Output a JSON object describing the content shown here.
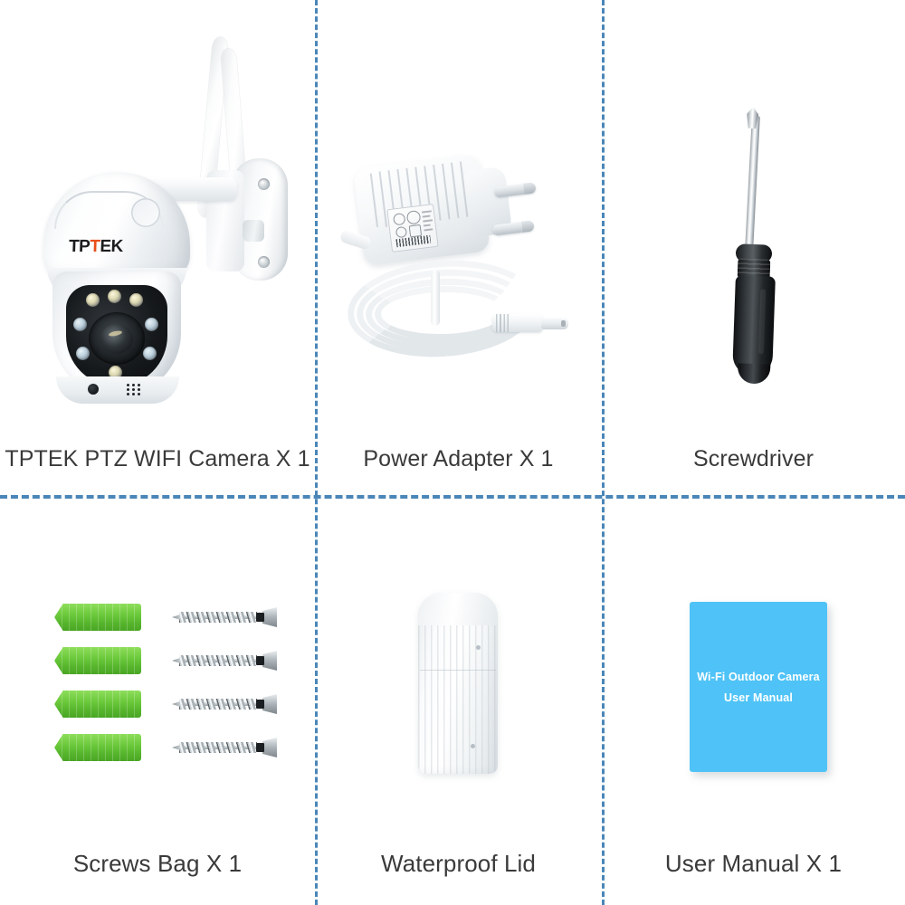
{
  "layout": {
    "columns": 3,
    "rows": 2,
    "divider_color": "#4a86b8",
    "background": "#ffffff",
    "label_color": "#3a3a3a"
  },
  "items": [
    {
      "id": "ptz-camera",
      "label": "TPTEK PTZ WIFI Camera X 1",
      "brand": "TP",
      "brand_mark": "T",
      "brand_tail": "EK"
    },
    {
      "id": "power-adapter",
      "label": "Power Adapter X 1"
    },
    {
      "id": "screwdriver",
      "label": "Screwdriver"
    },
    {
      "id": "screws-bag",
      "label": "Screws Bag X 1"
    },
    {
      "id": "waterproof-lid",
      "label": "Waterproof Lid"
    },
    {
      "id": "user-manual",
      "label": "User Manual X 1",
      "cover": {
        "color": "#4fc3f7",
        "text_color": "#ffffff",
        "line1": "Wi-Fi Outdoor Camera",
        "line2": "User Manual"
      }
    }
  ]
}
